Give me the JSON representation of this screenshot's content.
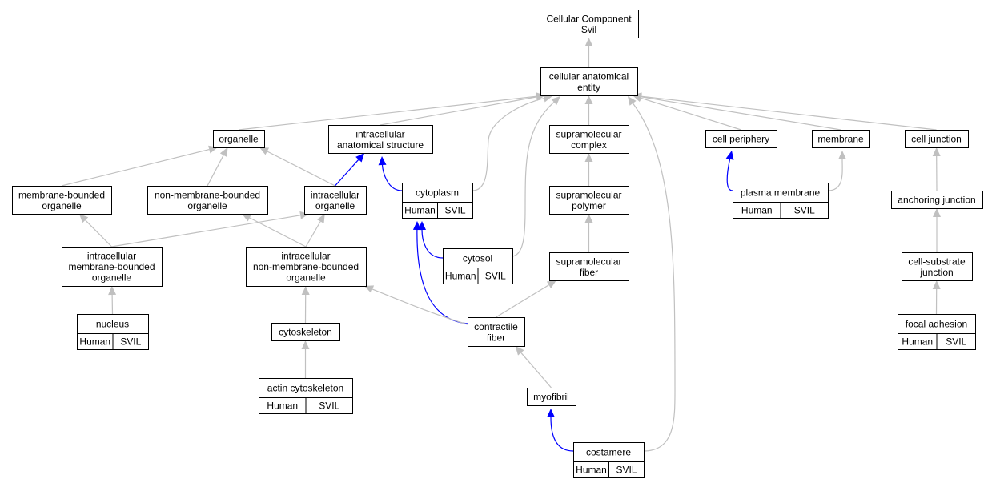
{
  "colors": {
    "default_edge": "#c0c0c0",
    "highlight_edge": "#0000ff",
    "badge_fill": "#ff6347",
    "node_border": "#000000",
    "node_fill": "#ffffff"
  },
  "nodes": [
    {
      "id": "root",
      "lines": [
        "Cellular Component",
        "Svil"
      ]
    },
    {
      "id": "cae",
      "lines": [
        "cellular anatomical",
        "entity"
      ]
    },
    {
      "id": "organelle",
      "lines": [
        "organelle"
      ]
    },
    {
      "id": "ias",
      "lines": [
        "intracellular",
        "anatomical structure"
      ]
    },
    {
      "id": "smc",
      "lines": [
        "supramolecular",
        "complex"
      ]
    },
    {
      "id": "cellper",
      "lines": [
        "cell periphery"
      ]
    },
    {
      "id": "membrane",
      "lines": [
        "membrane"
      ]
    },
    {
      "id": "celljunc",
      "lines": [
        "cell junction"
      ]
    },
    {
      "id": "mbo",
      "lines": [
        "membrane-bounded",
        "organelle"
      ]
    },
    {
      "id": "nmbo",
      "lines": [
        "non-membrane-bounded",
        "organelle"
      ]
    },
    {
      "id": "io",
      "lines": [
        "intracellular",
        "organelle"
      ]
    },
    {
      "id": "cytoplasm",
      "lines": [
        "cytoplasm"
      ],
      "badge": [
        "Human",
        "SVIL"
      ]
    },
    {
      "id": "smp",
      "lines": [
        "supramolecular",
        "polymer"
      ]
    },
    {
      "id": "pm",
      "lines": [
        "plasma membrane"
      ],
      "badge": [
        "Human",
        "SVIL"
      ]
    },
    {
      "id": "anchjunc",
      "lines": [
        "anchoring junction"
      ]
    },
    {
      "id": "imbo",
      "lines": [
        "intracellular",
        "membrane-bounded",
        "organelle"
      ]
    },
    {
      "id": "inmbo",
      "lines": [
        "intracellular",
        "non-membrane-bounded",
        "organelle"
      ]
    },
    {
      "id": "cytosol",
      "lines": [
        "cytosol"
      ],
      "badge": [
        "Human",
        "SVIL"
      ]
    },
    {
      "id": "smf",
      "lines": [
        "supramolecular",
        "fiber"
      ]
    },
    {
      "id": "csj",
      "lines": [
        "cell-substrate",
        "junction"
      ]
    },
    {
      "id": "nucleus",
      "lines": [
        "nucleus"
      ],
      "badge": [
        "Human",
        "SVIL"
      ]
    },
    {
      "id": "cytoskeleton",
      "lines": [
        "cytoskeleton"
      ]
    },
    {
      "id": "cf",
      "lines": [
        "contractile",
        "fiber"
      ]
    },
    {
      "id": "fa",
      "lines": [
        "focal adhesion"
      ],
      "badge": [
        "Human",
        "SVIL"
      ]
    },
    {
      "id": "actin",
      "lines": [
        "actin cytoskeleton"
      ],
      "badge": [
        "Human",
        "SVIL"
      ]
    },
    {
      "id": "myofibril",
      "lines": [
        "myofibril"
      ]
    },
    {
      "id": "costamere",
      "lines": [
        "costamere"
      ],
      "badge": [
        "Human",
        "SVIL"
      ]
    }
  ],
  "edges": [
    {
      "from": "cae",
      "to": "root",
      "color": "gray"
    },
    {
      "from": "organelle",
      "to": "cae",
      "color": "gray"
    },
    {
      "from": "ias",
      "to": "cae",
      "color": "gray"
    },
    {
      "from": "cytoplasm",
      "to": "cae",
      "color": "gray"
    },
    {
      "from": "cytosol",
      "to": "cae",
      "color": "gray"
    },
    {
      "from": "smc",
      "to": "cae",
      "color": "gray"
    },
    {
      "from": "costamere",
      "to": "cae",
      "color": "gray"
    },
    {
      "from": "cellper",
      "to": "cae",
      "color": "gray"
    },
    {
      "from": "membrane",
      "to": "cae",
      "color": "gray"
    },
    {
      "from": "celljunc",
      "to": "cae",
      "color": "gray"
    },
    {
      "from": "mbo",
      "to": "organelle",
      "color": "gray"
    },
    {
      "from": "nmbo",
      "to": "organelle",
      "color": "gray"
    },
    {
      "from": "io",
      "to": "organelle",
      "color": "gray"
    },
    {
      "from": "io",
      "to": "ias",
      "color": "blue"
    },
    {
      "from": "cytoplasm",
      "to": "ias",
      "color": "blue"
    },
    {
      "from": "imbo",
      "to": "mbo",
      "color": "gray"
    },
    {
      "from": "imbo",
      "to": "io",
      "color": "gray"
    },
    {
      "from": "inmbo",
      "to": "nmbo",
      "color": "gray"
    },
    {
      "from": "inmbo",
      "to": "io",
      "color": "gray"
    },
    {
      "from": "cytosol",
      "to": "cytoplasm",
      "color": "blue"
    },
    {
      "from": "cf",
      "to": "cytoplasm",
      "color": "blue"
    },
    {
      "from": "smp",
      "to": "smc",
      "color": "gray"
    },
    {
      "from": "smf",
      "to": "smp",
      "color": "gray"
    },
    {
      "from": "pm",
      "to": "cellper",
      "color": "blue"
    },
    {
      "from": "pm",
      "to": "membrane",
      "color": "gray"
    },
    {
      "from": "anchjunc",
      "to": "celljunc",
      "color": "gray"
    },
    {
      "from": "csj",
      "to": "anchjunc",
      "color": "gray"
    },
    {
      "from": "fa",
      "to": "csj",
      "color": "gray"
    },
    {
      "from": "nucleus",
      "to": "imbo",
      "color": "gray"
    },
    {
      "from": "cytoskeleton",
      "to": "inmbo",
      "color": "gray"
    },
    {
      "from": "cf",
      "to": "inmbo",
      "color": "gray"
    },
    {
      "from": "cf",
      "to": "smf",
      "color": "gray"
    },
    {
      "from": "actin",
      "to": "cytoskeleton",
      "color": "gray"
    },
    {
      "from": "myofibril",
      "to": "cf",
      "color": "gray"
    },
    {
      "from": "costamere",
      "to": "myofibril",
      "color": "blue"
    }
  ]
}
